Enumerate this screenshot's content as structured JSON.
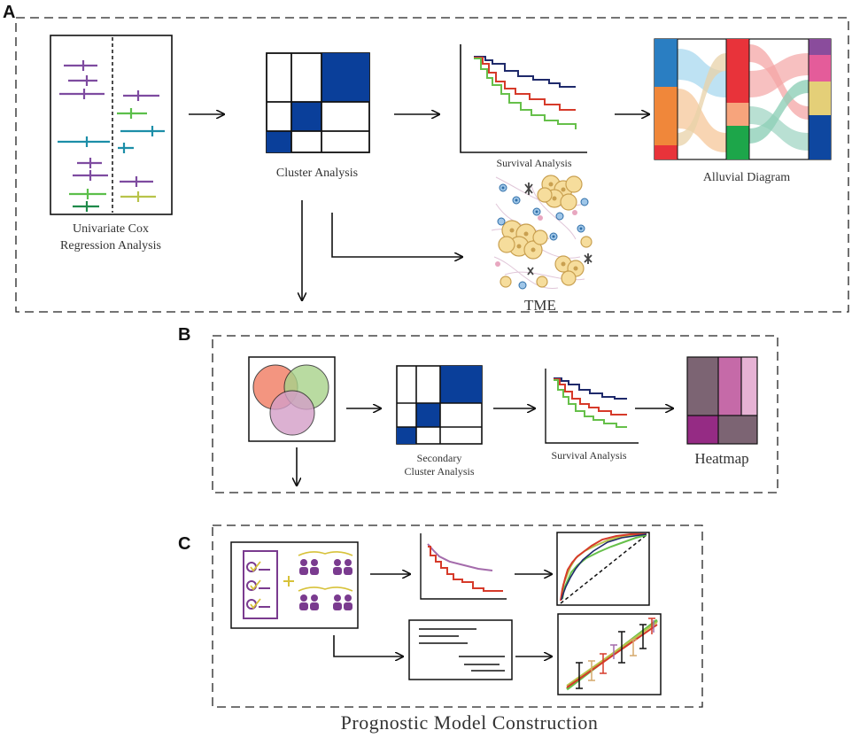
{
  "panels": {
    "a": {
      "letter": "A",
      "forest_caption_line1": "Univariate Cox",
      "forest_caption_line2": "Regression Analysis",
      "cluster_caption": "Cluster Analysis",
      "survival_caption": "Survival Analysis",
      "alluvial_caption": "Alluvial Diagram",
      "tme_caption": "TME"
    },
    "b": {
      "letter": "B",
      "cluster_caption_line1": "Secondary",
      "cluster_caption_line2": "Cluster Analysis",
      "survival_caption": "Survival Analysis",
      "heatmap_caption": "Heatmap"
    },
    "c": {
      "letter": "C",
      "bottom_caption": "Prognostic Model Construction"
    }
  },
  "colors": {
    "navy": "#0a3f9a",
    "survival_navy": "#1f2a6b",
    "survival_red": "#d63a2a",
    "survival_green": "#66c04a",
    "purple": "#7a3b8f",
    "forest_purple": "#7e4ba0",
    "forest_teal": "#1c8ea8",
    "forest_green": "#5bbf4a",
    "forest_olive": "#b8c34a",
    "alluvial": [
      "#2a7ec2",
      "#f0873a",
      "#e8333a",
      "#f7a47c",
      "#1da64a",
      "#8a4c9c",
      "#e45c9a",
      "#e4cf78",
      "#0e47a0"
    ],
    "heatmap": [
      "#7c6473",
      "#c56aa8",
      "#e6b2d4",
      "#952b84",
      "#7c6473"
    ],
    "venn": [
      "#f2836b",
      "#a8d38a",
      "#d49ec8"
    ]
  },
  "icons": [
    "dashed-divider",
    "arrow-icon",
    "venn-diagram-icon",
    "people-icon",
    "checklist-icon",
    "dashed-diagonal"
  ]
}
